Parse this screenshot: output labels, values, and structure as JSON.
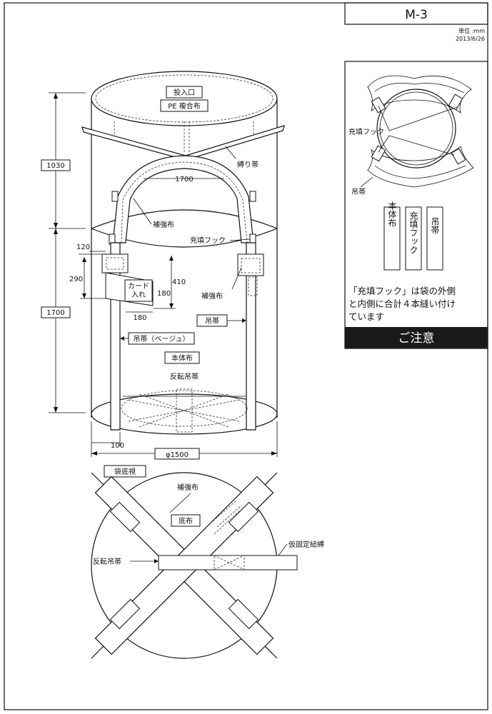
{
  "title": {
    "code": "M-3",
    "unit": "単位 :mm",
    "date": "2013/6/26"
  },
  "notice_panel": {
    "hook_label": "充填フック",
    "strap_label": "吊帯",
    "legend": [
      "本体布",
      "充填フック",
      "吊帯"
    ],
    "note_lines": [
      "「充填フック」は袋の外側",
      "と内側に合計４本縫い付け",
      "ています"
    ],
    "caution": "ご注意"
  },
  "side_view": {
    "inlet_label": "投入口",
    "pe_label": "PE 複合布",
    "tie_band_label": "縛り帯",
    "loop_length": "1700",
    "reinforce_label_1": "補強布",
    "reinforce_label_2": "補強布",
    "fill_hook_label": "充填フック",
    "strap_label": "吊帯",
    "beige_strap_label": "吊帯（ベージュ）",
    "body_label": "本体布",
    "reverse_strap_label": "反転吊帯",
    "card_label_1": "カード",
    "card_label_2": "入れ",
    "dim_1030": "1030",
    "dim_1700": "1700",
    "dim_120": "120",
    "dim_290": "290",
    "dim_410": "410",
    "dim_180_v": "180",
    "dim_180_h": "180",
    "dim_100": "100",
    "dim_diameter": "φ1500"
  },
  "bottom_view": {
    "title": "袋底視",
    "reinforce_label": "補強布",
    "bottom_label": "底布",
    "temp_tie_label": "仮固定紐縛",
    "reverse_strap_label": "反転吊帯"
  }
}
